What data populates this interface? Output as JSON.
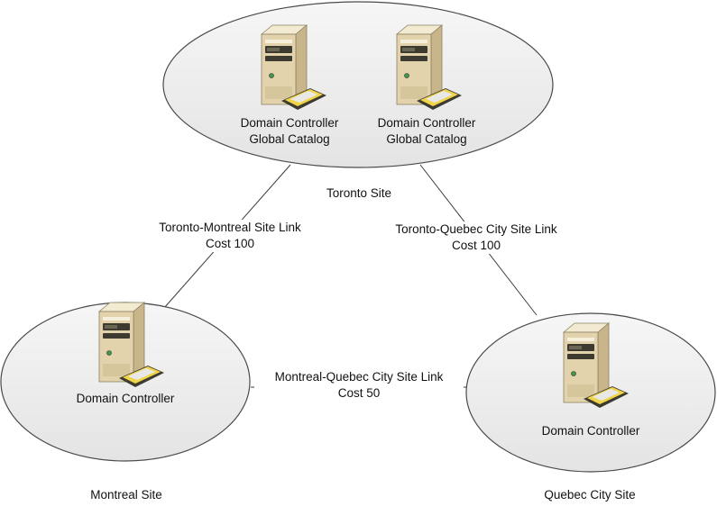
{
  "colors": {
    "site_fill": "#ededed",
    "site_stroke": "#4a4a4a",
    "link_stroke": "#3c3c3c",
    "server_body": "#e2d3ad",
    "server_face": "#f3ead2",
    "server_dark": "#3d3a30",
    "keyboard": "#f0d44a"
  },
  "sites": {
    "toronto": {
      "name": "Toronto Site",
      "dc1": {
        "line1": "Domain Controller",
        "line2": "Global Catalog",
        "icon": "server-icon"
      },
      "dc2": {
        "line1": "Domain Controller",
        "line2": "Global Catalog",
        "icon": "server-icon"
      }
    },
    "montreal": {
      "name": "Montreal Site",
      "dc": {
        "line1": "Domain Controller",
        "icon": "server-icon"
      }
    },
    "quebec": {
      "name": "Quebec City Site",
      "dc": {
        "line1": "Domain Controller",
        "icon": "server-icon"
      }
    }
  },
  "links": {
    "toronto_montreal": {
      "name": "Toronto-Montreal Site Link",
      "cost": "Cost 100"
    },
    "toronto_quebec": {
      "name": "Toronto-Quebec City Site Link",
      "cost": "Cost 100"
    },
    "montreal_quebec": {
      "name": "Montreal-Quebec City Site Link",
      "cost": "Cost 50"
    }
  }
}
